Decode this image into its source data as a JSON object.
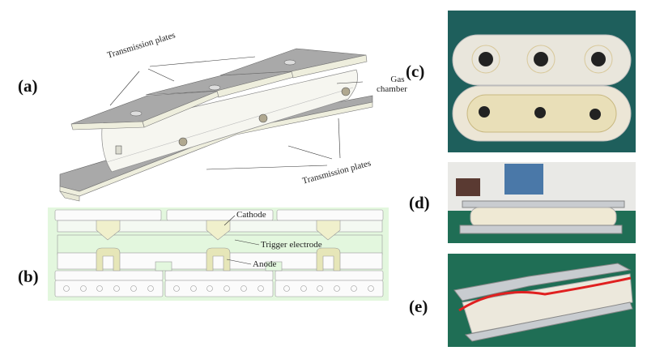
{
  "figure": {
    "panels": [
      {
        "id": "a",
        "label": "(a)",
        "description": "3D CAD model of switch assembly"
      },
      {
        "id": "b",
        "label": "(b)",
        "description": "Cross-section schematic"
      },
      {
        "id": "c",
        "label": "(c)",
        "description": "Photo of opened gas chamber"
      },
      {
        "id": "d",
        "label": "(d)",
        "description": "Photo of assembled switch, side view"
      },
      {
        "id": "e",
        "label": "(e)",
        "description": "Photo of assembled switch with cabling"
      }
    ],
    "annotations_a": {
      "transmission_plates_top": "Transmission plates",
      "gas_chamber_line1": "Gas",
      "gas_chamber_line2": "chamber",
      "transmission_plates_bottom": "Transmission plates"
    },
    "annotations_b": {
      "cathode": "Cathode",
      "trigger_electrode": "Trigger electrode",
      "anode": "Anode"
    },
    "colors": {
      "plate_top": "#a9a9a9",
      "plate_edge": "#eeeedd",
      "chamber": "#f4f4ee",
      "schematic_bg": "#e3f7de",
      "electrode_fill": "#f0f0cc",
      "anode_fill": "#e6e6b8",
      "photo_bg_teal": "#1e5f5c",
      "photo_bg_green": "#1f6e55"
    }
  }
}
